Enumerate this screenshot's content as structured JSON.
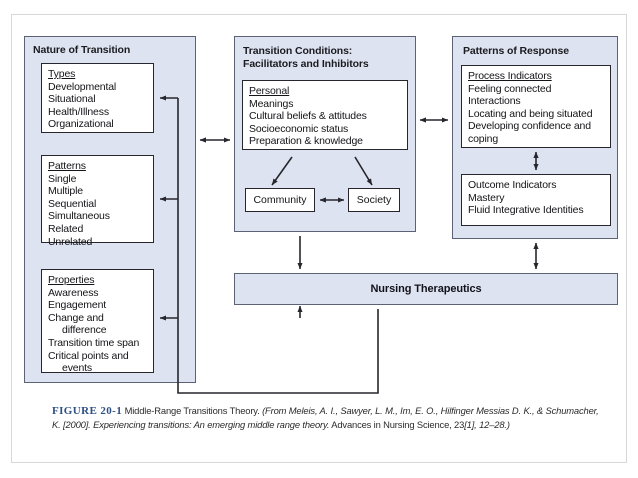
{
  "figure": {
    "id": "FIGURE 20-1",
    "title": "Middle-Range Transitions Theory.",
    "source_part1": "(From Meleis, A. I., Sawyer, L. M., Im, E. O., Hilfinger Messias D. K., & Schumacher, K. [2000]. Experiencing transitions: An emerging middle range theory.",
    "source_part2": " Advances in Nursing Science, 23",
    "source_part3": "[1], 12–28.)"
  },
  "colors": {
    "panel_fill": "#dde3f0",
    "panel_border": "#5b6275",
    "box_border": "#26262c",
    "arrow": "#26262c",
    "caption_accent": "#2d4f86"
  },
  "panels": {
    "nature": {
      "title": "Nature of Transition",
      "boxes": [
        {
          "heading": "Types",
          "items": [
            "Developmental",
            "Situational",
            "Health/Illness",
            "Organizational"
          ]
        },
        {
          "heading": "Patterns",
          "items": [
            "Single",
            "Multiple",
            "Sequential",
            "Simultaneous",
            "Related",
            "Unrelated"
          ]
        },
        {
          "heading": "Properties",
          "items": [
            "Awareness",
            "Engagement",
            "Change and",
            "difference",
            "Transition time span",
            "Critical points and",
            "events"
          ]
        }
      ]
    },
    "conditions": {
      "title": "Transition Conditions:\nFacilitators and Inhibitors",
      "boxes": [
        {
          "heading": "Personal",
          "items": [
            "Meanings",
            "Cultural beliefs & attitudes",
            "Socioeconomic status",
            "Preparation & knowledge"
          ]
        }
      ],
      "small_boxes": [
        {
          "label": "Community"
        },
        {
          "label": "Society"
        }
      ]
    },
    "response": {
      "title": "Patterns of Response",
      "boxes": [
        {
          "heading": "Process Indicators",
          "items": [
            "Feeling connected",
            "Interactions",
            "Locating and being situated",
            "Developing confidence and",
            "coping"
          ]
        },
        {
          "heading": "Outcome Indicators",
          "items": [
            "Mastery",
            "Fluid Integrative Identities"
          ]
        }
      ]
    }
  },
  "therapeutics": {
    "label": "Nursing Therapeutics"
  }
}
